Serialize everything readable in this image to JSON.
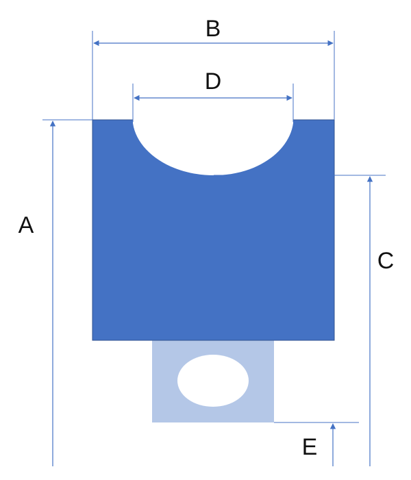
{
  "labels": {
    "a": "A",
    "b": "B",
    "c": "C",
    "d": "D",
    "e": "E"
  },
  "colors": {
    "main_block": "#4472C4",
    "lower_tab": "#B4C7E7",
    "dimension_line": "#4472C4",
    "cutout": "#FFFFFF"
  }
}
